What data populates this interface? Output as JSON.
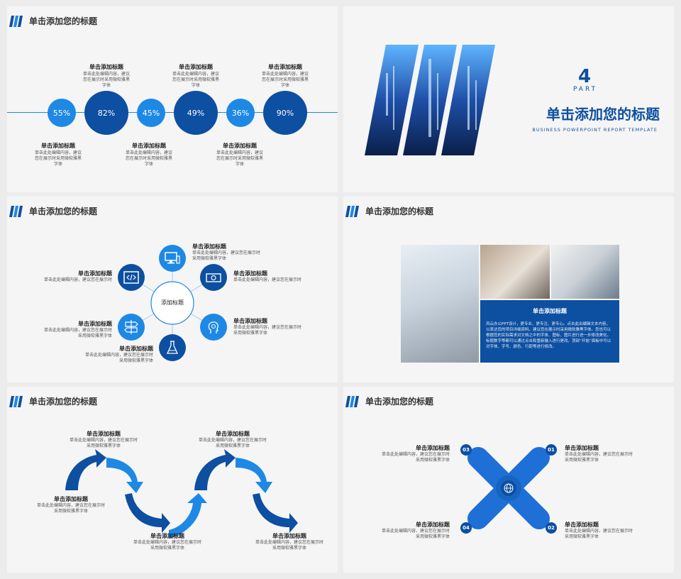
{
  "header_title": "单击添加您的标题",
  "slide1": {
    "circles": [
      "55%",
      "82%",
      "45%",
      "49%",
      "36%",
      "90%"
    ],
    "label_title": "单击添加标题",
    "label_desc_1": "单击此处编辑内容，建议",
    "label_desc_2": "您在展示时采用微软雅黑",
    "label_desc_3": "字体"
  },
  "slide2": {
    "number": "4",
    "part": "PART",
    "title": "单击添加您的标题",
    "subtitle": "BUSINESS POWERPOINT REPORT TEMPLATE"
  },
  "slide3": {
    "center": "添加标题",
    "label_title": "单击添加标题",
    "desc_a1": "单击此处编辑内容，建议您在展示时",
    "desc_a2": "采用微软雅黑字体",
    "desc_b1": "单击此处编辑内容，建议您在展示时",
    "desc_b2": "采用微软雅黑字体"
  },
  "slide4": {
    "box_title": "单击添加标题",
    "box_text": "风云办公PPT设计，更专业、更专注、更专心。点击此出编辑文本内容，以表达您的项目详细资料。建议您在展示时采用微软雅黑字体。您也可以根据您的实际需求对文档之中的字体、图标、图片进行进一步修改美化。标题数字等都可以通过点击和重新输入进行更改。顶部“开始”面板中可以对字体、字号、颜色、行距等进行修改。"
  },
  "slide5": {
    "label_title": "单击添加标题",
    "desc_1": "单击此处编辑内容，建议您在展示时",
    "desc_2": "采用微软雅黑字体"
  },
  "slide6": {
    "badges": [
      "01",
      "02",
      "03",
      "04"
    ],
    "label_title": "单击添加标题",
    "desc_1": "单击此处编辑内容，建议您在展示时",
    "desc_2": "采用微软雅黑字体"
  },
  "colors": {
    "primary": "#1e88e5",
    "dark": "#0d4fa1",
    "accent": "#1565c0"
  }
}
